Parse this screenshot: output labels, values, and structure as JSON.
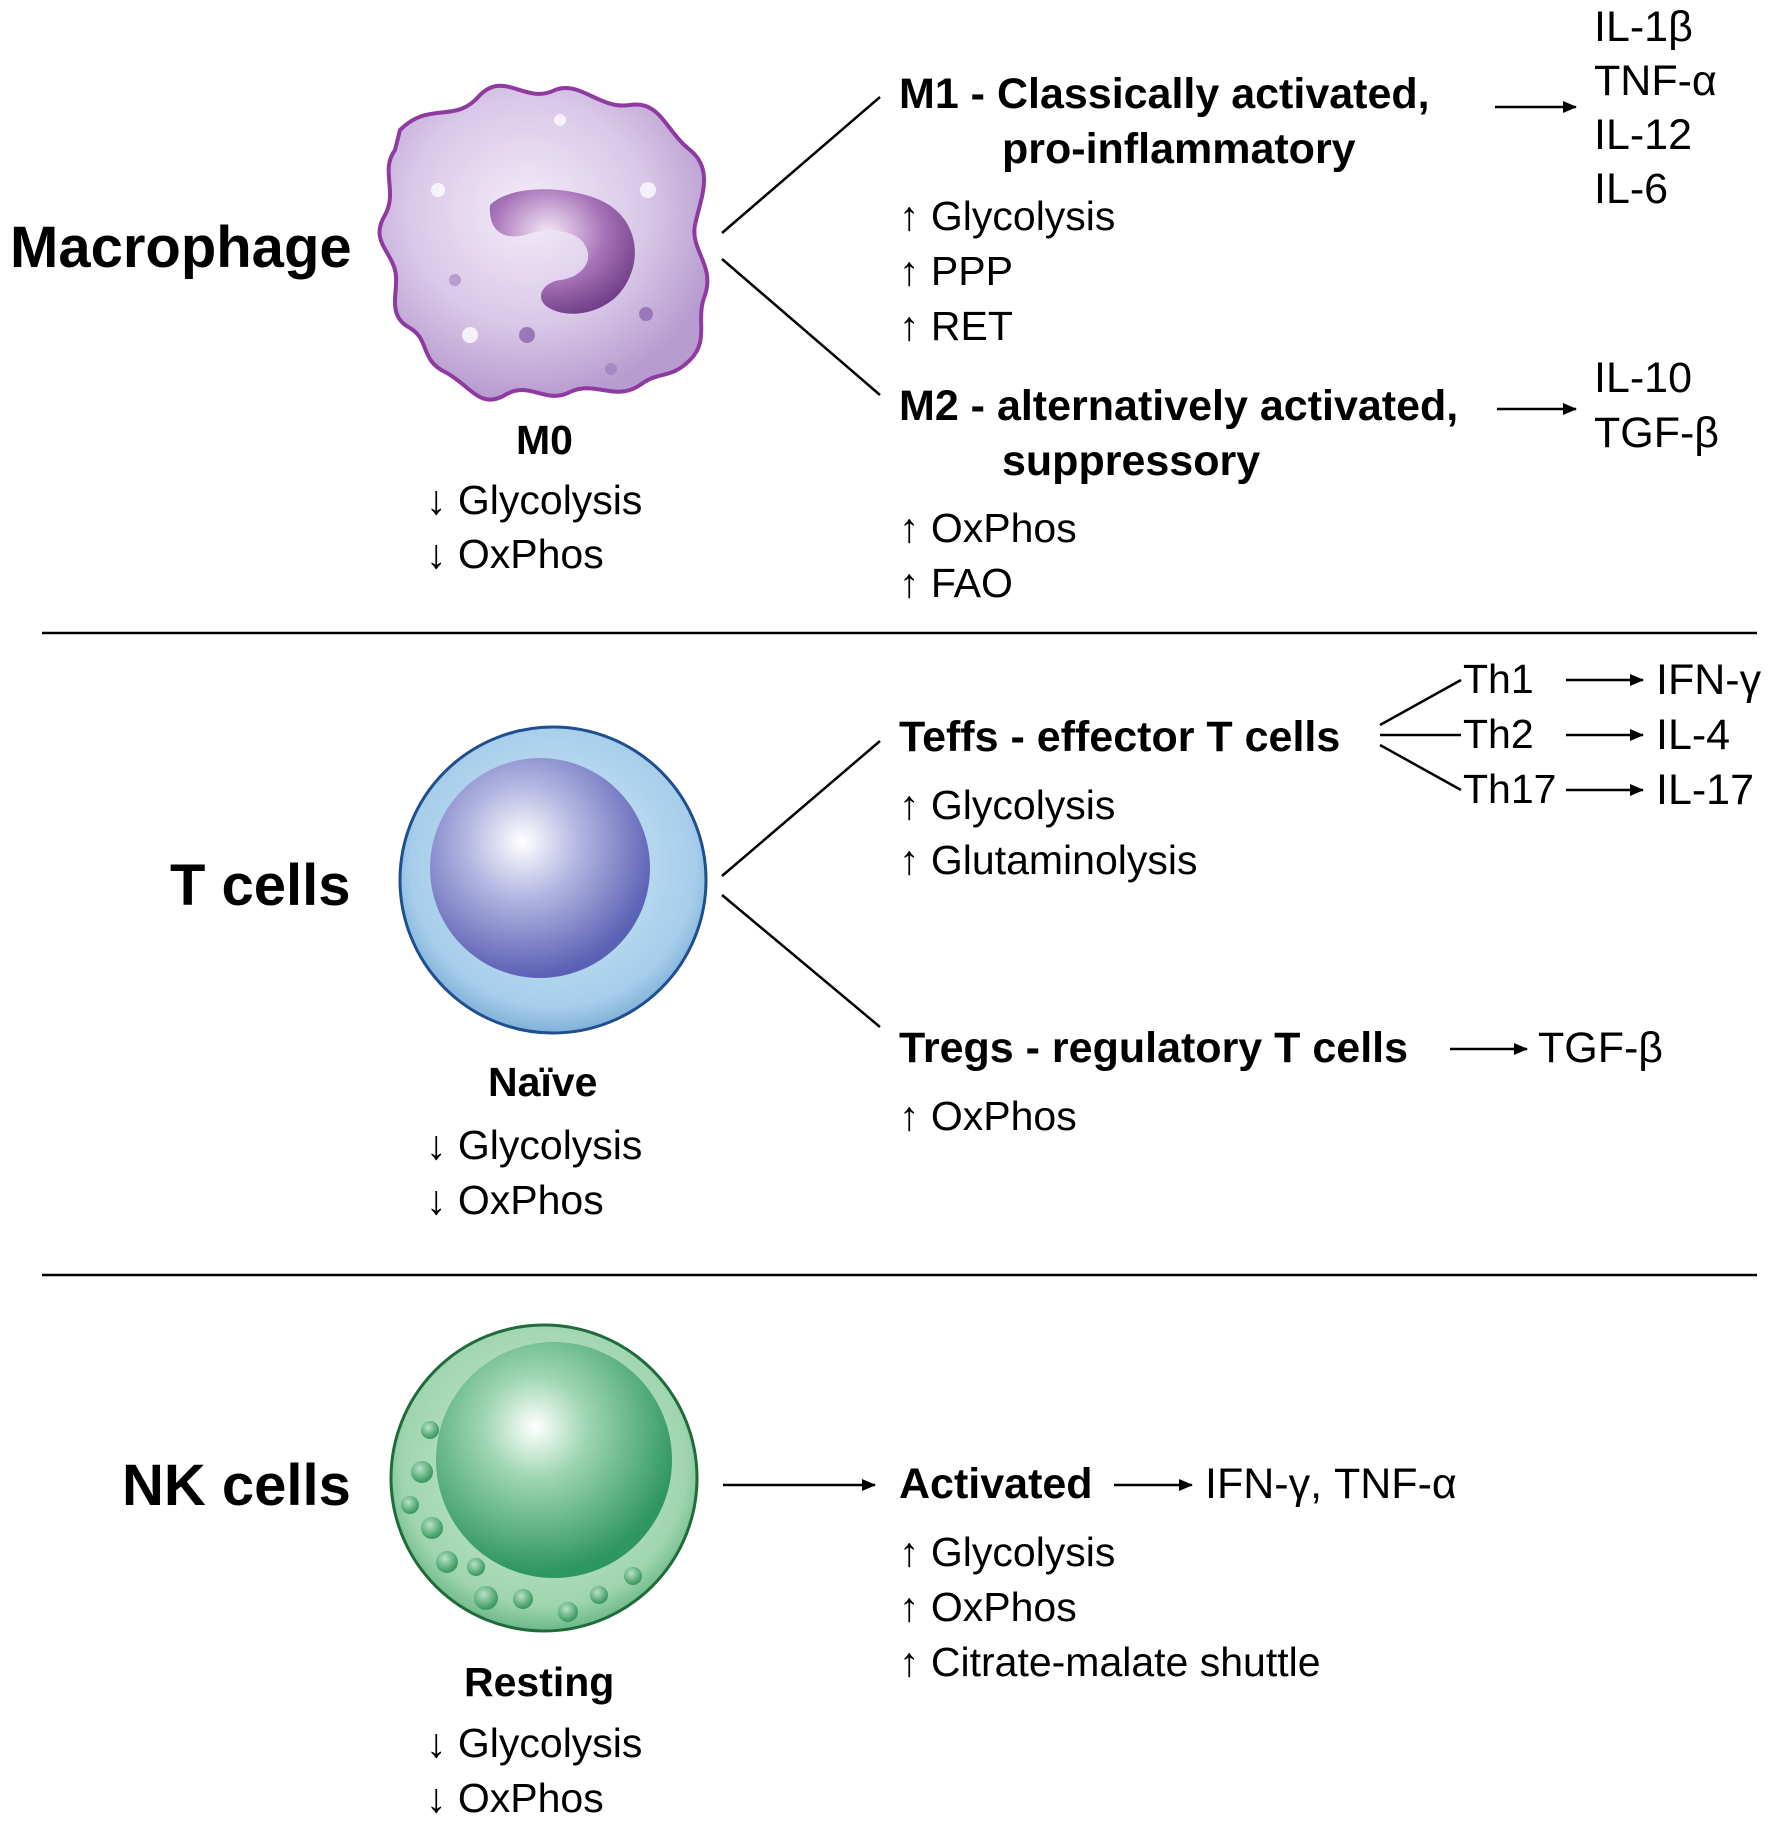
{
  "macrophage": {
    "title": "Macrophage",
    "cell_label": "M0",
    "cell_metabolism": [
      "↓ Glycolysis",
      "↓ OxPhos"
    ],
    "m1": {
      "name": "M1 - Classically activated,",
      "name_line2": "pro-inflammatory",
      "metabolism": [
        "↑ Glycolysis",
        "↑ PPP",
        "↑ RET"
      ],
      "cytokines": [
        "IL-1β",
        "TNF-α",
        "IL-12",
        "IL-6"
      ]
    },
    "m2": {
      "name": "M2 - alternatively activated,",
      "name_line2": "suppressory",
      "metabolism": [
        "↑ OxPhos",
        "↑ FAO"
      ],
      "cytokines": [
        "IL-10",
        "TGF-β"
      ]
    }
  },
  "tcells": {
    "title": "T cells",
    "cell_label": "Naïve",
    "cell_metabolism": [
      "↓ Glycolysis",
      "↓ OxPhos"
    ],
    "teffs": {
      "name": "Teffs - effector T cells",
      "metabolism": [
        "↑ Glycolysis",
        "↑ Glutaminolysis"
      ],
      "subsets": [
        {
          "name": "Th1",
          "cytokine": "IFN-γ"
        },
        {
          "name": "Th2",
          "cytokine": "IL-4"
        },
        {
          "name": "Th17",
          "cytokine": "IL-17"
        }
      ]
    },
    "tregs": {
      "name": "Tregs - regulatory T cells",
      "metabolism": [
        "↑ OxPhos"
      ],
      "cytokine": "TGF-β"
    }
  },
  "nkcells": {
    "title": "NK cells",
    "cell_label": "Resting",
    "cell_metabolism": [
      "↓ Glycolysis",
      "↓ OxPhos"
    ],
    "activated": {
      "name": "Activated",
      "cytokines": "IFN-γ, TNF-α",
      "metabolism": [
        "↑ Glycolysis",
        "↑ OxPhos",
        "↑ Citrate-malate shuttle"
      ]
    }
  },
  "colors": {
    "macrophage_fill": "#d9c6e6",
    "macrophage_border": "#8e3aa0",
    "tcell_fill": "#9fc4e4",
    "tcell_border": "#1f4f8e",
    "nk_fill": "#3da36a",
    "nk_border": "#1f6b3a"
  }
}
